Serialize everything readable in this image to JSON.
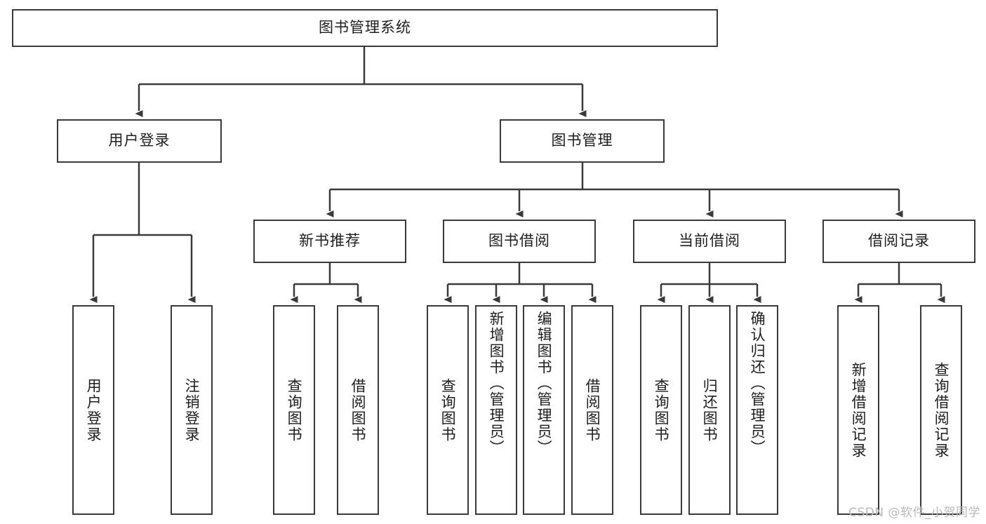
{
  "diagram": {
    "title_node": {
      "id": "root",
      "label": "图书管理系统"
    },
    "level2": [
      {
        "id": "user-login",
        "label": "用户登录"
      },
      {
        "id": "book-manage",
        "label": "图书管理"
      }
    ],
    "level3": [
      {
        "id": "new-book-recommend",
        "label": "新书推荐"
      },
      {
        "id": "book-borrow",
        "label": "图书借阅"
      },
      {
        "id": "current-borrow",
        "label": "当前借阅"
      },
      {
        "id": "borrow-record",
        "label": "借阅记录"
      }
    ],
    "leaves": {
      "user_login": [
        {
          "id": "leaf-user-login",
          "label": "用户登录"
        },
        {
          "id": "leaf-logout-login",
          "label": "注销登录"
        }
      ],
      "new_book_recommend": [
        {
          "id": "leaf-query-book-1",
          "label": "查询图书"
        },
        {
          "id": "leaf-borrow-book-1",
          "label": "借阅图书"
        }
      ],
      "book_borrow": [
        {
          "id": "leaf-query-book-2",
          "label": "查询图书"
        },
        {
          "id": "leaf-add-book-admin",
          "label": "新增图书（管理员）"
        },
        {
          "id": "leaf-edit-book-admin",
          "label": "编辑图书（管理员）"
        },
        {
          "id": "leaf-borrow-book-2",
          "label": "借阅图书"
        }
      ],
      "current_borrow": [
        {
          "id": "leaf-query-book-3",
          "label": "查询图书"
        },
        {
          "id": "leaf-return-book",
          "label": "归还图书"
        },
        {
          "id": "leaf-confirm-return-admin",
          "label": "确认归还（管理员）"
        }
      ],
      "borrow_record": [
        {
          "id": "leaf-add-borrow-record",
          "label": "新增借阅记录"
        },
        {
          "id": "leaf-query-borrow-record",
          "label": "查询借阅记录"
        }
      ]
    }
  },
  "watermark": {
    "text": "CSDN @软件_小贺同学"
  },
  "colors": {
    "stroke": "#3a3a3a",
    "background": "#ffffff",
    "text": "#1d1d1d",
    "watermark": "#b9b9b9"
  }
}
